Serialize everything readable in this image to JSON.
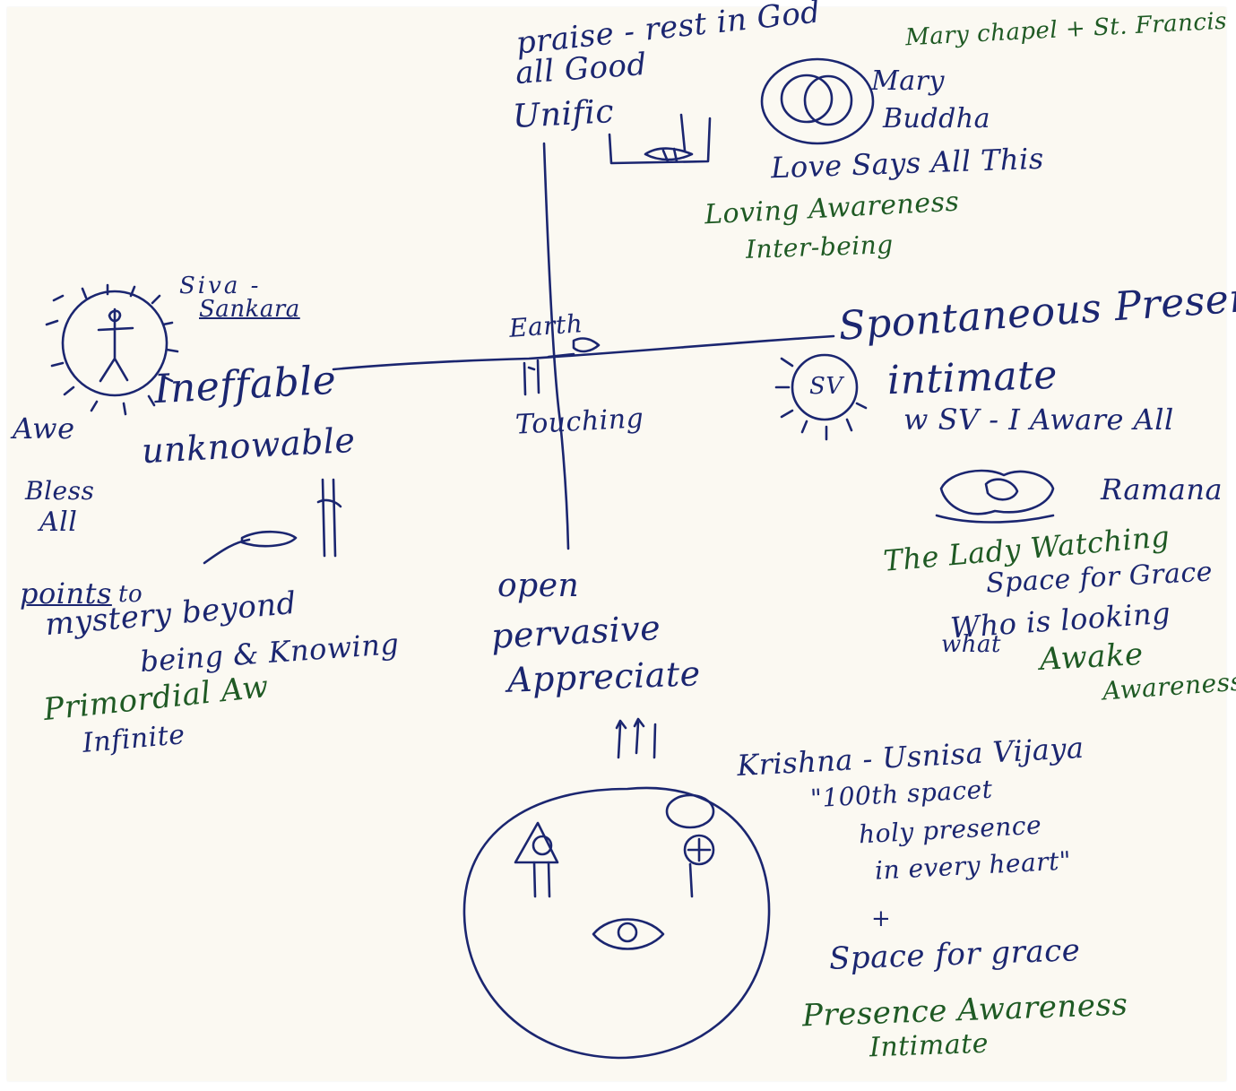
{
  "colors": {
    "paper": "#fbf9f2",
    "blue_ink": "#1b2670",
    "green_ink": "#1f5a24"
  },
  "top": {
    "line1": "praise - rest in God",
    "line2": "all Good",
    "line3": "Unific"
  },
  "top_right": {
    "heading": "Mary chapel + St. Francis",
    "mary": "Mary",
    "buddha": "Buddha",
    "love_says": "Love Says All This",
    "loving_awareness": "Loving Awareness",
    "inter_being": "Inter-being"
  },
  "center": {
    "earth": "Earth",
    "touching": "Touching"
  },
  "left": {
    "siva": "Siva -",
    "sankara": "Sankara",
    "ineffable": "Ineffable",
    "unknowable": "unknowable",
    "awe": "Awe",
    "bless": "Bless",
    "all": "All",
    "points": "points",
    "to": "to",
    "mystery": "mystery beyond",
    "being": "being & Knowing",
    "primordial": "Primordial Aw",
    "infinite": "Infinite"
  },
  "right": {
    "spontaneous": "Spontaneous Present",
    "intimate": "intimate",
    "sv_aware": "w SV - I Aware All",
    "sv_label": "SV",
    "ramana": "Ramana",
    "lady": "The Lady Watching",
    "space_grace": "Space for Grace",
    "who_looking": "Who is looking",
    "what": "what",
    "awake": "Awake",
    "awareness": "Awareness"
  },
  "bottom": {
    "open": "open",
    "pervasive": "pervasive",
    "appreciate": "Appreciate",
    "krishna": "Krishna - Usnisa Vijaya",
    "quote1": "\"100th spacet",
    "quote2": "holy presence",
    "quote3": "in every heart\"",
    "plus": "+",
    "space_for_grace": "Space for grace",
    "presence_awareness": "Presence Awareness",
    "intimate": "Intimate"
  }
}
